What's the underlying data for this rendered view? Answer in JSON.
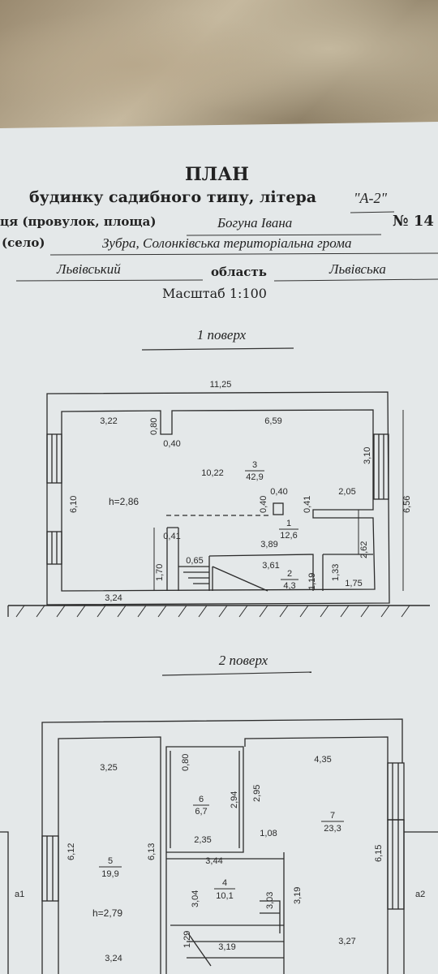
{
  "header": {
    "title": "ПЛАН",
    "subtitle": "будинку садибного типу, літера",
    "litera": "\"А-2\"",
    "street_label": "ця (провулок, площа)",
    "street_value": "Богуна Івана",
    "number_label": "№ 14",
    "village_label": "(село)",
    "village_value": "Зубра, Солонківська територіальна грома",
    "district_value": "Львівський",
    "oblast_label": "область",
    "oblast_value": "Львівська",
    "scale": "Масштаб 1:100"
  },
  "floor1": {
    "label": "1 поверх",
    "dims": {
      "overall_width": "11,25",
      "d322": "3,22",
      "d080": "0,80",
      "d040a": "0,40",
      "d659": "6,59",
      "d310": "3,10",
      "d610": "6,10",
      "d1022": "10,22",
      "d040b": "0,40",
      "d040c": "0,40",
      "d041a": "0,41",
      "d205": "2,05",
      "d656": "6,56",
      "d041b": "0,41",
      "d389": "3,89",
      "d262": "2,62",
      "d170": "1,70",
      "d065": "0,65",
      "d361": "3,61",
      "d133": "1,33",
      "d119": "1,19",
      "d324": "3,24",
      "d175": "1,75"
    },
    "height": "h=2,86",
    "rooms": [
      {
        "num": "3",
        "area": "42,9"
      },
      {
        "num": "1",
        "area": "12,6"
      },
      {
        "num": "2",
        "area": "4,3"
      }
    ]
  },
  "floor2": {
    "label": "2 поверх",
    "dims": {
      "d325": "3,25",
      "d080": "0,80",
      "d435": "4,35",
      "d294": "2,94",
      "d295": "2,95",
      "d612": "6,12",
      "d613": "6,13",
      "d235": "2,35",
      "d108": "1,08",
      "d615": "6,15",
      "d344": "3,44",
      "d304": "3,04",
      "d303": "3,03",
      "d319": "3,19",
      "d129": "1,29",
      "d319b": "3,19",
      "d324": "3,24",
      "d327": "3,27"
    },
    "height": "h=2,79",
    "rooms": [
      {
        "num": "6",
        "area": "6,7"
      },
      {
        "num": "7",
        "area": "23,3"
      },
      {
        "num": "5",
        "area": "19,9"
      },
      {
        "num": "4",
        "area": "10,1"
      }
    ],
    "a1": "а1",
    "a2": "а2"
  }
}
